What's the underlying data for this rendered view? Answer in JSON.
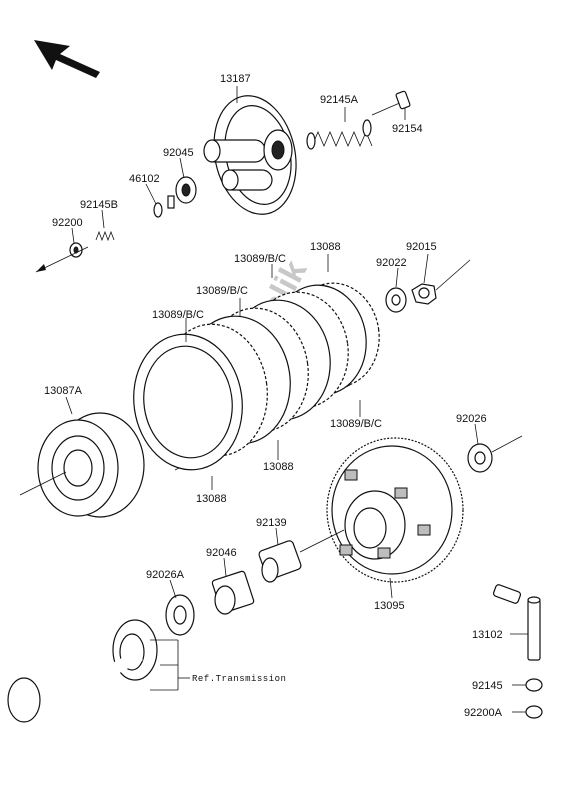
{
  "watermark": "PartsRepublik",
  "ref_note": "Ref.Transmission",
  "labels": {
    "p13187": "13187",
    "p92145A": "92145A",
    "p92154": "92154",
    "p92045": "92045",
    "p46102": "46102",
    "p92145B": "92145B",
    "p92200": "92200",
    "p13089_top": "13089/B/C",
    "p13088_top": "13088",
    "p92022": "92022",
    "p92015": "92015",
    "p13089_mid": "13089/B/C",
    "p13089_left": "13089/B/C",
    "p13087A": "13087A",
    "p13089_right": "13089/B/C",
    "p92026": "92026",
    "p13088_mid": "13088",
    "p13088_low": "13088",
    "p92139": "92139",
    "p92046": "92046",
    "p92026A": "92026A",
    "p13095": "13095",
    "p13102": "13102",
    "p92145": "92145",
    "p92200A": "92200A"
  },
  "colors": {
    "ink": "#111111",
    "watermark": "#c8c8c8",
    "background": "#ffffff"
  }
}
